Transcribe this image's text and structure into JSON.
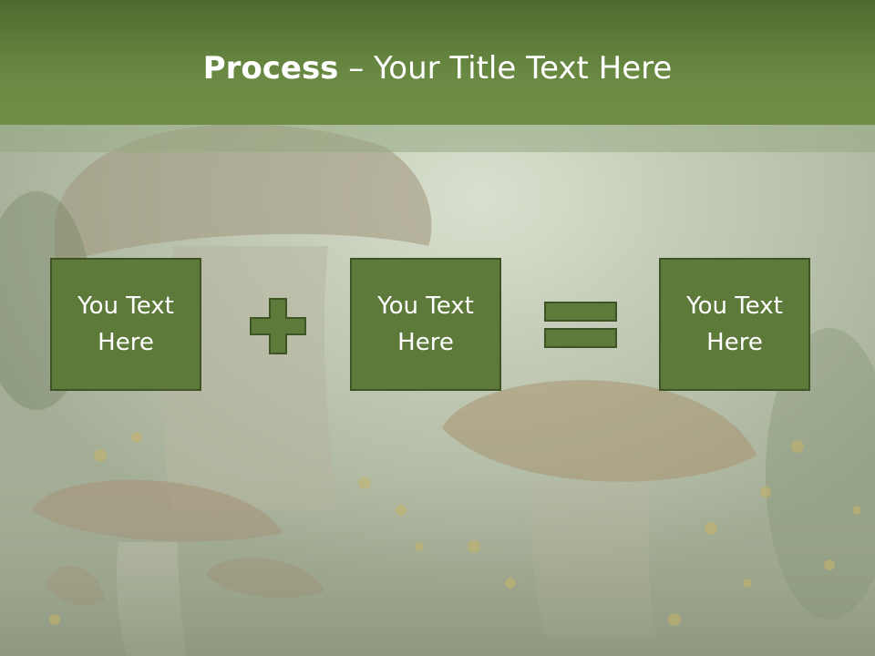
{
  "slide": {
    "title_bold": "Process",
    "title_rest": " – Your Title Text Here",
    "boxes": [
      {
        "label": "You Text Here"
      },
      {
        "label": "You Text Here"
      },
      {
        "label": "You Text Here"
      }
    ],
    "operators": [
      "plus-icon",
      "equals-icon"
    ],
    "colors": {
      "header": "#6a8a43",
      "box_fill": "#5e7a3b",
      "box_border": "#3e5424",
      "text": "#ffffff"
    }
  }
}
